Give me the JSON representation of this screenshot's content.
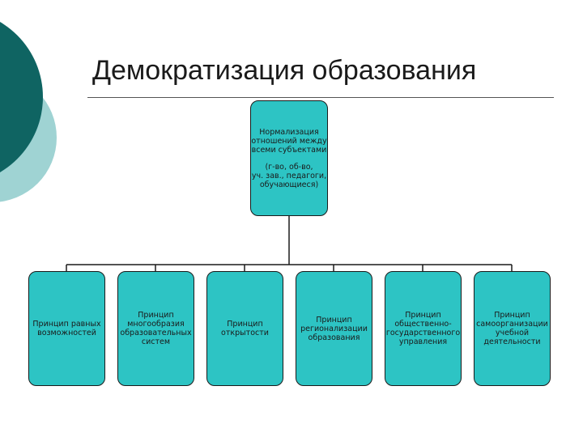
{
  "slide": {
    "title": "Демократизация образования"
  },
  "diagram": {
    "root": {
      "line1": "Нормализация\nотношений между\nвсеми субъектами",
      "line2": "(г-во, об-во,\nуч. зав., педагоги,\nобучающиеся)"
    },
    "principles": [
      {
        "label": "Принцип равных\nвозможностей"
      },
      {
        "label": "Принцип\nмногообразия\nобразовательных\nсистем"
      },
      {
        "label": "Принцип\nоткрытости"
      },
      {
        "label": "Принцип\nрегионализации\nобразования"
      },
      {
        "label": "Принцип\nобщественно-\nгосударственного\nуправления"
      },
      {
        "label": "Принцип\nсамоорганизации\nучебной\nдеятельности"
      }
    ]
  },
  "colors": {
    "node_fill": "#2dc4c4",
    "deco_dark": "#0f6462",
    "deco_light": "#9fd3d3"
  }
}
